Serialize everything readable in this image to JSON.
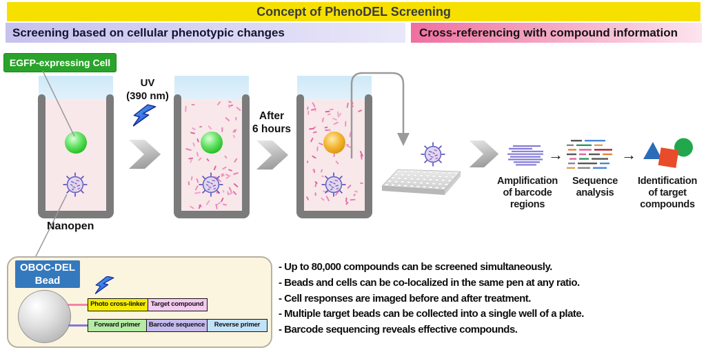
{
  "title": "Concept of PhenoDEL Screening",
  "banner_left": "Screening based on cellular phenotypic changes",
  "banner_right": "Cross-referencing with compound information",
  "egfp_label": "EGFP-expressing Cell",
  "nanopen_label": "Nanopen",
  "uv_label": "UV\n(390 nm)",
  "after_label": "After\n6 hours",
  "steps": {
    "amplification": "Amplification\nof barcode\nregions",
    "sequence": "Sequence\nanalysis",
    "identification": "Identification\nof target\ncompounds",
    "arrow": "→"
  },
  "oboc": {
    "header": "OBOC-DEL\nBead",
    "photo_crosslinker": "Photo cross-linker",
    "target_compound": "Target compound",
    "forward_primer": "Forward primer",
    "barcode_sequence": "Barcode sequence",
    "reverse_primer": "Reverse primer"
  },
  "bullets": [
    "- Up to 80,000 compounds can be screened simultaneously.",
    "- Beads and cells can be co-localized in the same pen at any ratio.",
    "- Cell responses are imaged before and after treatment.",
    "- Multiple target beads can be collected into a single well of a plate.",
    "- Barcode sequencing reveals effective compounds."
  ],
  "colors": {
    "banner_yellow": "#f6e000",
    "banner_lavender": "#c7c1ee",
    "banner_pink": "#ef6f9e",
    "egfp_green": "#2aa32a",
    "cell_green": "#22bb22",
    "cell_orange": "#f2b42e",
    "bead_purple": "#5a52b8",
    "speckle_palette": [
      "#e36aa6",
      "#ea7fb4",
      "#f08cc0",
      "#dd5f9e"
    ],
    "uv_bolt_blue": "#2b6bf0",
    "amp_line": "#837bd6",
    "seq_palette": [
      "#555555",
      "#4a86d4",
      "#2f9464",
      "#d8a05a",
      "#e060a0",
      "#b0203a",
      "#e8823a",
      "#888888"
    ],
    "triangle_blue": "#2b6cb8",
    "square_red": "#e84c2b",
    "circle_green": "#22a84c",
    "oboc_header_blue": "#3579bd",
    "photo_box_yellow": "#f4ec00",
    "target_box_pink": "#f4caf0",
    "forward_box_green": "#b5eba5",
    "barcode_box_purple": "#c4baee",
    "reverse_box_blue": "#c1e2f8"
  },
  "icons": {
    "uv_bolt": "lightning-bolt",
    "chevron": "chevron-right-arrow",
    "bead": "del-bead",
    "plate": "well-plate",
    "amplification": "stacked-reads",
    "sequence": "colored-reads",
    "identification": "shapes-cluster"
  }
}
